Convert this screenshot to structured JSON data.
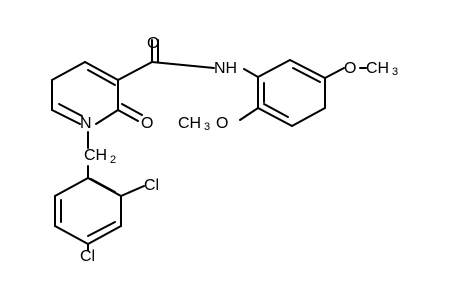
{
  "molecule": {
    "atoms": {
      "carbonyl_oxygen": "O",
      "amide_nh": "NH",
      "methoxy_top": "O",
      "methoxy_top_carbon": "CH",
      "methoxy_top_carbon_sub": "3",
      "methoxy_left_carbon": "CH",
      "methoxy_left_carbon_sub": "3",
      "methoxy_left_oxygen": "O",
      "pyridinone_nitrogen": "N",
      "ring_oxygen": "O",
      "benzyl_carbon": "CH",
      "benzyl_carbon_sub": "2",
      "chloro_ortho": "Cl",
      "chloro_para": "Cl"
    }
  }
}
